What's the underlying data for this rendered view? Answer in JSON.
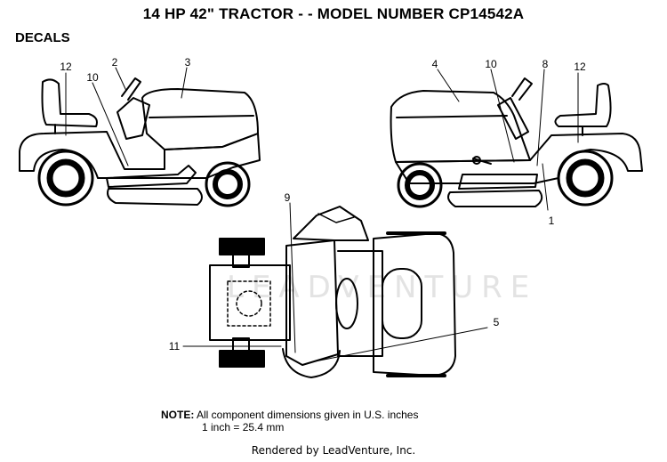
{
  "header": {
    "title": "14 HP 42\" TRACTOR - - MODEL NUMBER CP14542A",
    "section": "DECALS"
  },
  "callouts": {
    "left": [
      "12",
      "10",
      "2",
      "3"
    ],
    "right": [
      "4",
      "10",
      "8",
      "12",
      "1"
    ],
    "bottom": [
      "9",
      "11",
      "5"
    ]
  },
  "note": {
    "label": "NOTE:",
    "line1": "All component dimensions given in U.S. inches",
    "line2": "1 inch = 25.4 mm"
  },
  "watermark": "LEADVENTURE",
  "footer": "Rendered by LeadVenture, Inc."
}
